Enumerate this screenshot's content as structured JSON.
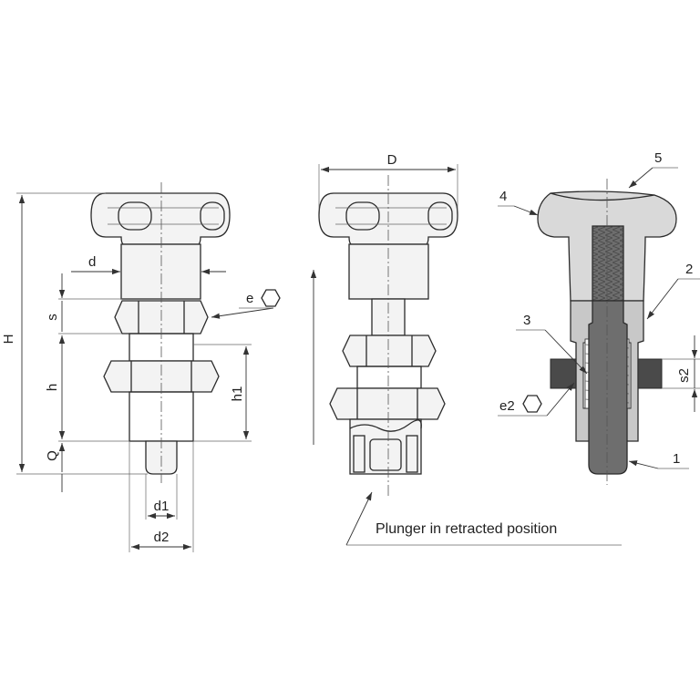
{
  "dimensions": {
    "H": "H",
    "d": "d",
    "s": "s",
    "h": "h",
    "h1": "h1",
    "Q": "Q",
    "d1": "d1",
    "d2": "d2",
    "e": "e",
    "D": "D",
    "s2": "s2",
    "e2": "e2"
  },
  "caption": "Plunger in retracted position",
  "callouts": [
    "1",
    "2",
    "3",
    "4",
    "5"
  ],
  "colors": {
    "outline": "#2b2b2b",
    "knob_section": "#d9d9d9",
    "pin_section": "#6e6e6e",
    "nut_section": "#4a4a4a",
    "body_section": "#c8c8c8"
  },
  "icons": {
    "hex_symbol": "hexagon-icon"
  }
}
